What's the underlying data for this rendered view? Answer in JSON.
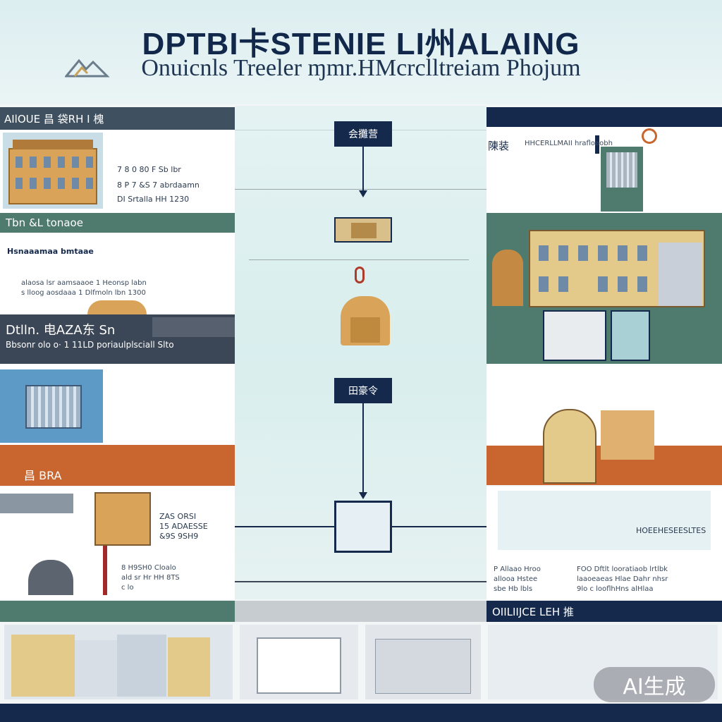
{
  "header": {
    "title": "DPTBI卡STENIE LI州ALAING",
    "subtitle": "Onuicnls Treeler  ɱmr.HMcrclltreiam Phojum"
  },
  "left": {
    "panel1_header": "AIlOUE 昌 袋RH I 槐",
    "panel1_lines": [
      "7 8 0 80 F Sb lbr",
      "8 P 7 &S 7 abrdaamn",
      "DI Srtalla HH 1230"
    ],
    "panel2_header": "Tbn &L tonaoe",
    "panel2_title": "Hsnaaamaa bmtaae",
    "panel2_lines": [
      "alaosa lsr aamsaaoe 1 Heonsp labn",
      "s lloog aosdaaa    1 Dlfmoln lbn 1300"
    ],
    "panel3_header": "Dtlln. 电AZA东 Sn",
    "panel3_caption": "Bbsonr olo o· 1 11LD poriaulplsciall Slto",
    "panel4_header": "昌 BRA",
    "panel5_lines": [
      "ZAS ORSI",
      "15 ADAESSE",
      "&9S 9SH9 "
    ],
    "panel5_bottom": [
      "8 H9SH0 Cloalo",
      "ald sr Hr HH 8TS",
      "c lo"
    ]
  },
  "center": {
    "node1": "会攤营",
    "node2": "田豪令"
  },
  "right": {
    "panel1_label": "陳装 ",
    "panel1_sub": "HHCERLLMAII hrafloaobh",
    "panel4_label": "HOEEHESEESLTES",
    "panel4_lines": [
      "P Allaao Hroo",
      "allooa Hstee",
      "sbe Hb lbls"
    ],
    "panel4_lines2": [
      "FOO Dftlt looratiaob lrtlbk",
      "laaoeaeas Hlae Dahr nhsr",
      "9lo   c looflhHns alHlaa"
    ],
    "bottom_header": "OIILIIJCE LEH 推"
  },
  "watermark": "AI生成",
  "colors": {
    "navy": "#14294b",
    "green": "#4f7a6e",
    "orange": "#c9662f",
    "tan": "#d9a45a"
  }
}
